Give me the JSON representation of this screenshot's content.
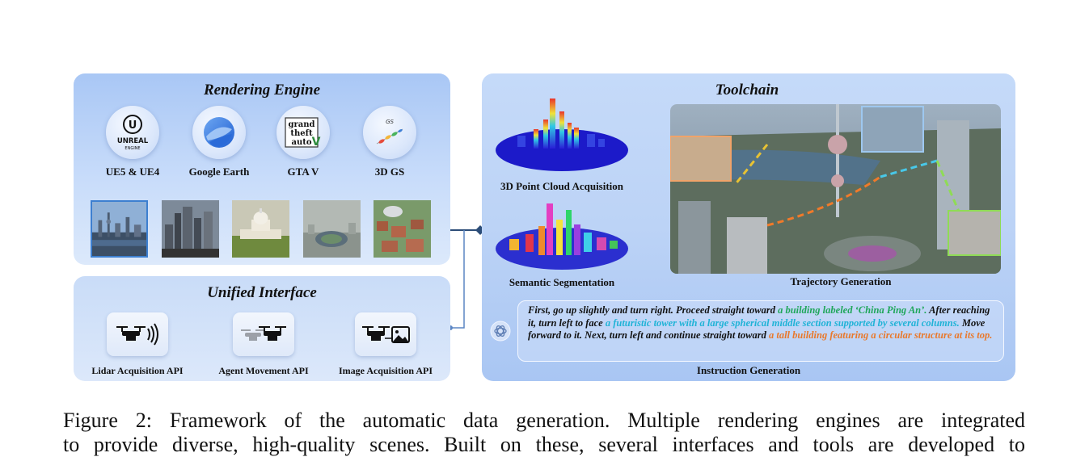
{
  "rendering_engine": {
    "title": "Rendering Engine",
    "engines": [
      {
        "label": "UE5 & UE4",
        "logo_text_1": "UNREAL",
        "logo_text_2": "ENGINE"
      },
      {
        "label": "Google Earth"
      },
      {
        "label": "GTA V",
        "logo_text_1": "grand",
        "logo_text_2": "theft",
        "logo_text_3": "auto"
      },
      {
        "label": "3D GS",
        "logo_text_1": "GS"
      }
    ]
  },
  "unified_interface": {
    "title": "Unified Interface",
    "apis": [
      {
        "label": "Lidar Acquisition API",
        "icon": "drone-lidar-icon"
      },
      {
        "label": "Agent Movement API",
        "icon": "drone-movement-icon"
      },
      {
        "label": "Image Acquisition API",
        "icon": "drone-image-icon"
      }
    ]
  },
  "toolchain": {
    "title": "Toolchain",
    "point_cloud_label": "3D Point Cloud Acquisition",
    "segmentation_label": "Semantic Segmentation",
    "trajectory_label": "Trajectory Generation",
    "instruction_label": "Instruction Generation",
    "instruction_parts": {
      "p1": "First, go up slightly and turn right. Proceed straight toward ",
      "h1": "a building labeled ‘China Ping An’.",
      "p2": " After reaching it, turn left to face ",
      "h2": "a futuristic tower with a large spherical middle section supported by several columns.",
      "p3": " Move forward to it. Next, turn left and continue straight toward ",
      "h3": "a tall building featuring a circular structure at its top."
    }
  },
  "caption": {
    "line1": "Figure 2: Framework of the automatic data generation. Multiple rendering engines are integrated",
    "line2": "to provide diverse, high-quality scenes. Built on these, several interfaces and tools are developed to"
  },
  "colors": {
    "highlight_green": "#1fa65a",
    "highlight_cyan": "#1fb3d6",
    "highlight_orange": "#e9782a",
    "connector": "#2c4d78"
  }
}
